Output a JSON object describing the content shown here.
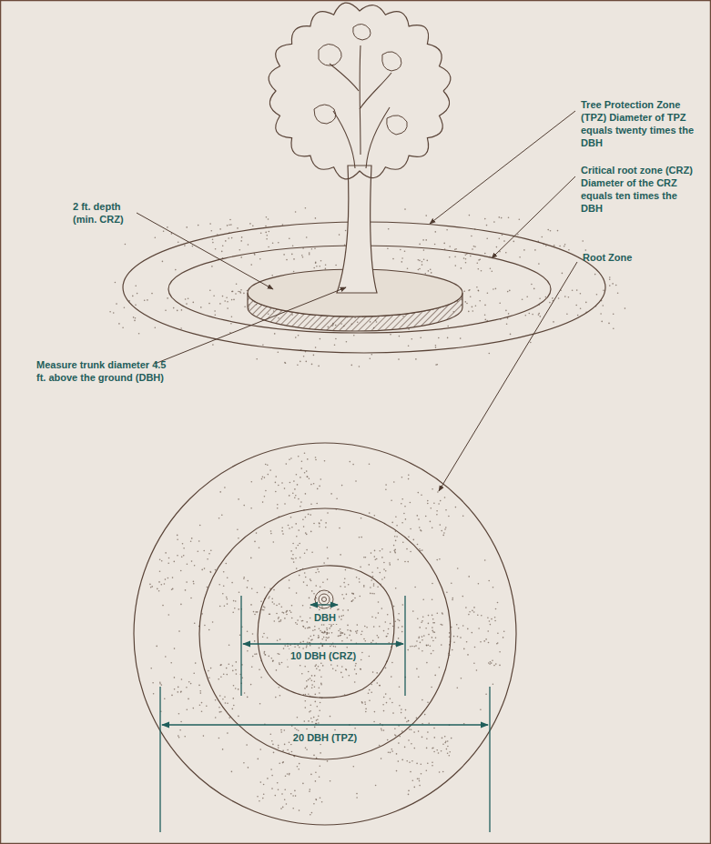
{
  "diagram": {
    "labels": [
      "Tree Protection Zone (TPZ) Diameter of TPZ equals twenty times the DBH",
      "Critical root zone (CRZ) Diameter of the CRZ equals ten times the DBH",
      "2 ft. depth (min. CRZ)",
      "Measure trunk diameter 4.5 ft. above the ground (DBH)",
      "Root Zone",
      "DBH",
      "10 DBH (CRZ)",
      "20 DBH (TPZ)"
    ]
  }
}
